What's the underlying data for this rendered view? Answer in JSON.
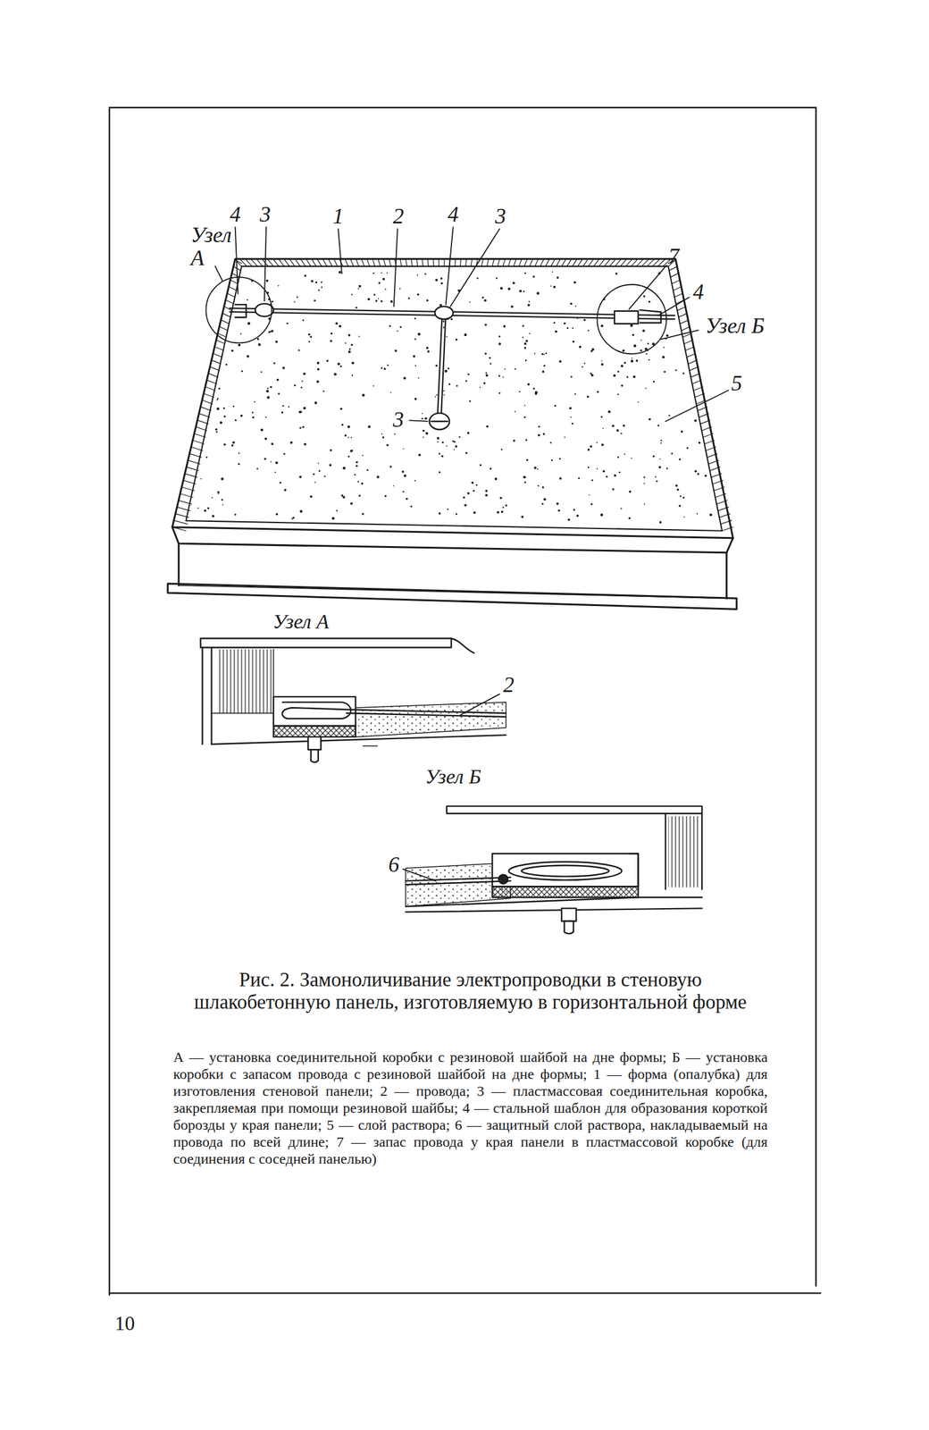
{
  "diagram": {
    "caption": "Рис. 2. Замоноличивание электропроводки в стеновую шлакобетонную панель, изготовляемую в горизонтальной форме",
    "labels": [
      "4",
      "3",
      "1",
      "2",
      "4",
      "3",
      "Узел А",
      "7",
      "4",
      "Узел Б",
      "5",
      "3",
      "Узел А",
      "2",
      "Узел Б",
      "6",
      "А — установка соединительной коробки с резиновой шайбой на дне формы; Б — установка коробки с запасом провода с резиновой шайбой на дне формы; 1 — форма (опалубка) для изготовления стеновой панели; 2 — провода; 3 — пластмассовая соединительная коробка, закрепляемая при помощи резиновой шайбы; 4 — стальной шаблон для образования короткой борозды у края панели; 5 — слой раствора; 6 — защитный слой раствора, накладываемый на провода по всей длине; 7 — запас провода у края панели в пластмассовой коробке (для соединения с соседней панелью)",
      "10"
    ]
  }
}
